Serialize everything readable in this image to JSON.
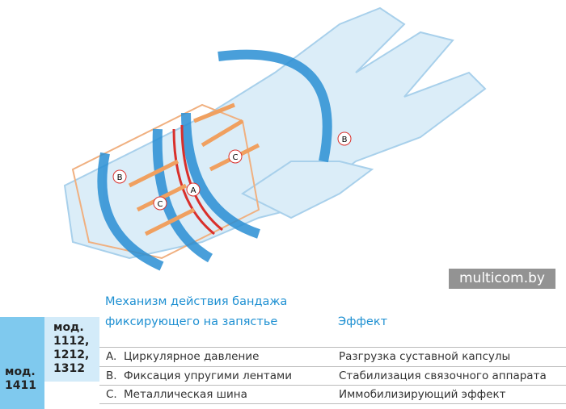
{
  "illustration": {
    "labels": [
      "A",
      "B",
      "C",
      "B",
      "C"
    ]
  },
  "table": {
    "header_mechanism_line1": "Механизм действия бандажа",
    "header_mechanism_line2": "фиксирующего на запястье",
    "header_effect": "Эффект",
    "model_outer": [
      "мод.",
      "1411"
    ],
    "model_inner": [
      "мод.",
      "1112,",
      "1212,",
      "1312"
    ],
    "rows": [
      {
        "letter": "A.",
        "mechanism": "Циркулярное давление",
        "effect": "Разгрузка суставной капсулы"
      },
      {
        "letter": "B.",
        "mechanism": "Фиксация упругими лентами",
        "effect": "Стабилизация связочного аппарата"
      },
      {
        "letter": "C.",
        "mechanism": "Металлическая шина",
        "effect": "Иммобилизирующий эффект"
      }
    ]
  },
  "watermark": "multicom.by",
  "colors": {
    "accent": "#1e90d2",
    "band": "#2a8fd4",
    "red": "#d9302c",
    "orange": "#f0a060"
  }
}
